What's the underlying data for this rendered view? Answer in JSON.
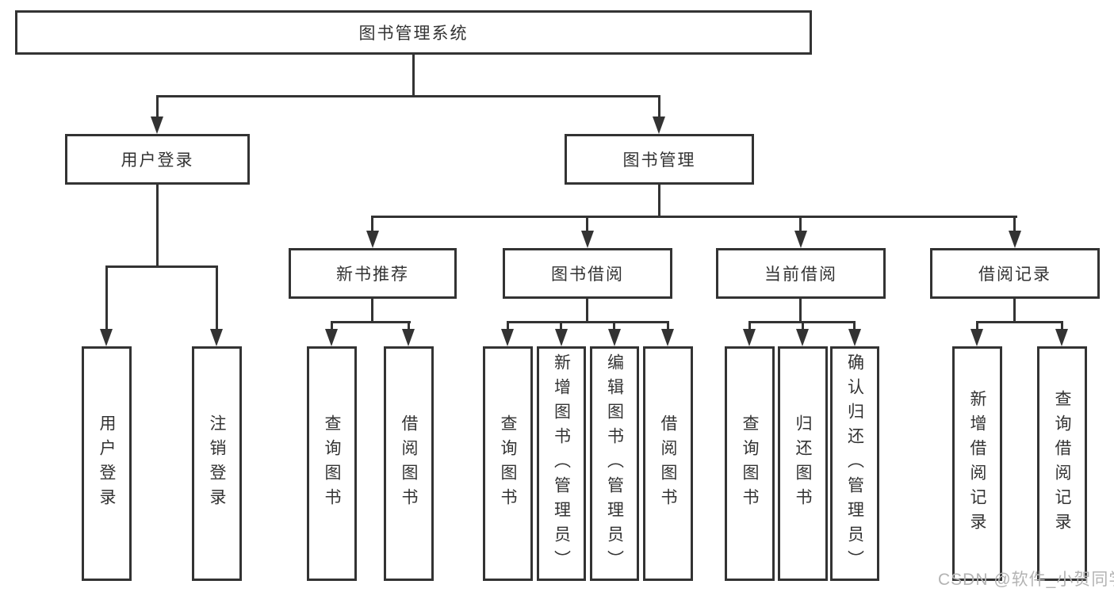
{
  "diagram_type": "hierarchy-tree",
  "colors": {
    "line": "#333333",
    "node_border": "#333333",
    "node_text": "#333333",
    "background": "#ffffff",
    "watermark_text": "#b3b3b3"
  },
  "tree": {
    "label": "图书管理系统",
    "children": [
      {
        "label": "用户登录",
        "children": [
          {
            "label": "用户登录"
          },
          {
            "label": "注销登录"
          }
        ]
      },
      {
        "label": "图书管理",
        "children": [
          {
            "label": "新书推荐",
            "children": [
              {
                "label": "查询图书"
              },
              {
                "label": "借阅图书"
              }
            ]
          },
          {
            "label": "图书借阅",
            "children": [
              {
                "label": "查询图书"
              },
              {
                "label": "新增图书（管理员）"
              },
              {
                "label": "编辑图书（管理员）"
              },
              {
                "label": "借阅图书"
              }
            ]
          },
          {
            "label": "当前借阅",
            "children": [
              {
                "label": "查询图书"
              },
              {
                "label": "归还图书"
              },
              {
                "label": "确认归还（管理员）"
              }
            ]
          },
          {
            "label": "借阅记录",
            "children": [
              {
                "label": "新增借阅记录"
              },
              {
                "label": "查询借阅记录"
              }
            ]
          }
        ]
      }
    ]
  },
  "watermark": {
    "text": "CSDN @软件_小贺同学"
  }
}
